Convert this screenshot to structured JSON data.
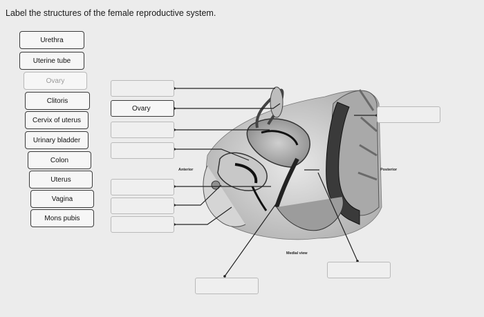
{
  "instruction": "Label the structures of the female reproductive system.",
  "word_bank": [
    "Urethra",
    "Uterine tube",
    "Ovary",
    "Clitoris",
    "Cervix of uterus",
    "Urinary bladder",
    "Colon",
    "Uterus",
    "Vagina",
    "Mons pubis"
  ],
  "drop_boxes": [
    "",
    "Ovary",
    "",
    "",
    "",
    "",
    "",
    "",
    "",
    ""
  ],
  "diagram_labels": {
    "anterior": "Anterior",
    "posterior": "Posterior",
    "view": "Medial view"
  }
}
